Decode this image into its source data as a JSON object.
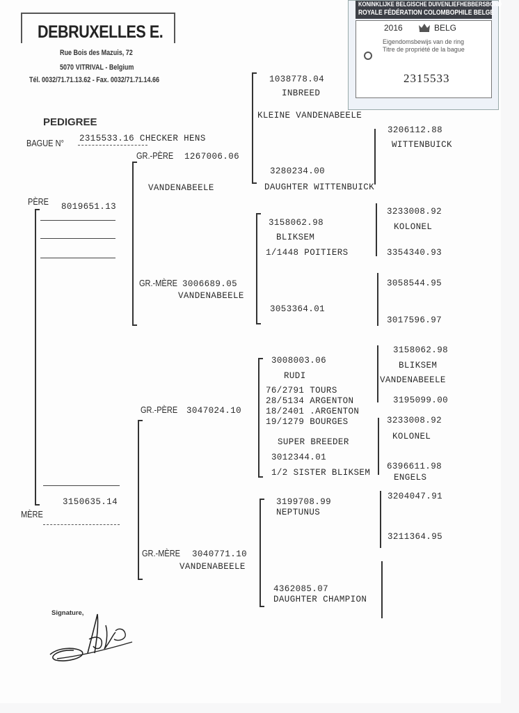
{
  "stamp": {
    "name": "DEBRUXELLES E.",
    "street": "Rue Bois des Mazuis, 72",
    "city": "5070 VITRIVAL - Belgium",
    "phone": "Tél. 0032/71.71.13.62 - Fax. 0032/71.71.14.66"
  },
  "card": {
    "header_line1": "KONINKLIJKE BELGISCHE DUIVENLIEFHEBBERSBOND",
    "header_line2": "ROYALE FÉDÉRATION COLOMBOPHILE BELGE",
    "year": "2016",
    "country": "BELG",
    "caption_nl": "Eigendomsbewijs van de ring",
    "caption_fr": "Titre de propriété de la bague",
    "ring_number": "2315533"
  },
  "doc": {
    "title": "PEDIGREE",
    "bague_label": "BAGUE N°",
    "bague_value": "2315533.16 CHECKER HENS",
    "pere_label": "PÈRE",
    "mere_label": "MÈRE",
    "gr_pere_label": "GR.-PÈRE",
    "gr_mere_label": "GR.-MÈRE",
    "signature_label": "Signature,"
  },
  "sire": {
    "ring": "8019651.13"
  },
  "dam": {
    "ring": "3150635.14"
  },
  "gp1": {
    "ring": "1267006.06",
    "name": "VANDENABEELE"
  },
  "gm1": {
    "ring": "3006689.05",
    "name": "VANDENABEELE"
  },
  "gp2": {
    "ring": "3047024.10"
  },
  "gm2": {
    "ring": "3040771.10",
    "name": "VANDENABEELE"
  },
  "ggp1": {
    "ring": "1038778.04",
    "note": "INBREED",
    "name": "KLEINE VANDENABEELE"
  },
  "ggm1": {
    "ring": "3280234.00",
    "name": "DAUGHTER WITTENBUICK"
  },
  "ggp2": {
    "ring": "3158062.98",
    "name": "BLIKSEM",
    "result": "1/1448 POITIERS"
  },
  "ggm2": {
    "ring": "3053364.01"
  },
  "ggp3": {
    "ring": "3008003.06",
    "name": "RUDI",
    "results": [
      "76/2791  TOURS",
      "28/5134  ARGENTON",
      "18/2401 .ARGENTON",
      "19/1279  BOURGES"
    ],
    "title": "SUPER BREEDER"
  },
  "ggm3": {
    "ring": "3012344.01",
    "name": "1/2 SISTER BLIKSEM"
  },
  "ggp4": {
    "ring": "3199708.99",
    "name": "NEPTUNUS"
  },
  "ggm4": {
    "ring": "4362085.07",
    "name": "DAUGHTER CHAMPION"
  },
  "g4": {
    "a": {
      "ring": "3206112.88",
      "name": "WITTENBUICK"
    },
    "c": {
      "ring": "3233008.92",
      "name": "KOLONEL"
    },
    "d": {
      "ring": "3354340.93"
    },
    "e": {
      "ring": "3058544.95"
    },
    "f": {
      "ring": "3017596.97"
    },
    "g": {
      "ring": "3158062.98",
      "name": "BLIKSEM",
      "name2": "VANDENABEELE"
    },
    "h": {
      "ring": "3195099.00"
    },
    "i": {
      "ring": "3233008.92",
      "name": "KOLONEL"
    },
    "j": {
      "ring": "6396611.98",
      "name": "ENGELS"
    },
    "k": {
      "ring": "3204047.91"
    },
    "l": {
      "ring": "3211364.95"
    }
  }
}
